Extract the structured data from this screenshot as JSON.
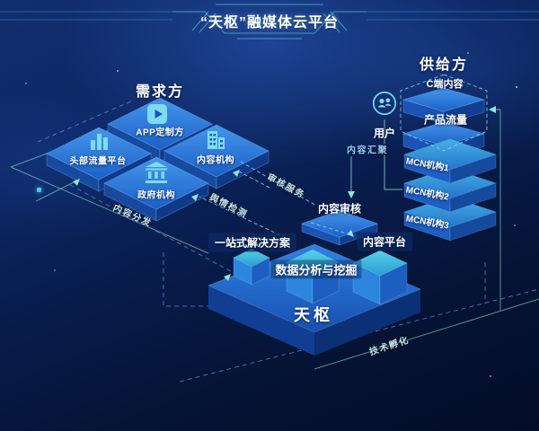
{
  "title": "“天枢”融媒体云平台",
  "demand": {
    "heading": "需求方",
    "tiles": [
      {
        "label": "APP定制方",
        "icon": "play-icon"
      },
      {
        "label": "头部流量平台",
        "icon": "bar-chart-icon"
      },
      {
        "label": "内容机构",
        "icon": "building-icon"
      },
      {
        "label": "政府机构",
        "icon": "bank-icon"
      }
    ]
  },
  "supply": {
    "heading": "供给方",
    "user_label": "用户",
    "c_content": "C端内容",
    "product_flow": "产品流量",
    "mcn": [
      {
        "label": "MCN机构1"
      },
      {
        "label": "MCN机构2"
      },
      {
        "label": "MCN机构3"
      }
    ]
  },
  "platform": {
    "content_review": "内容审核",
    "content_platform": "内容平台",
    "one_stop_solution": "一站式解决方案",
    "data_mining": "数据分析与挖掘",
    "core": "天枢"
  },
  "flows": {
    "content_distribution": "内容分发",
    "sentiment_detection": "舆情检测",
    "review_service": "审核服务",
    "content_aggregation": "内容汇聚",
    "tech_incubation": "技术孵化"
  },
  "colors": {
    "background_top": "#112e6e",
    "background_bottom": "#040d27",
    "accent_cyan": "#7ddcf0",
    "line_green": "#8fe3cf",
    "line_blue": "#5a96dc",
    "platform_blue": "#2272d8",
    "cube_teal": "#46c4dc"
  }
}
